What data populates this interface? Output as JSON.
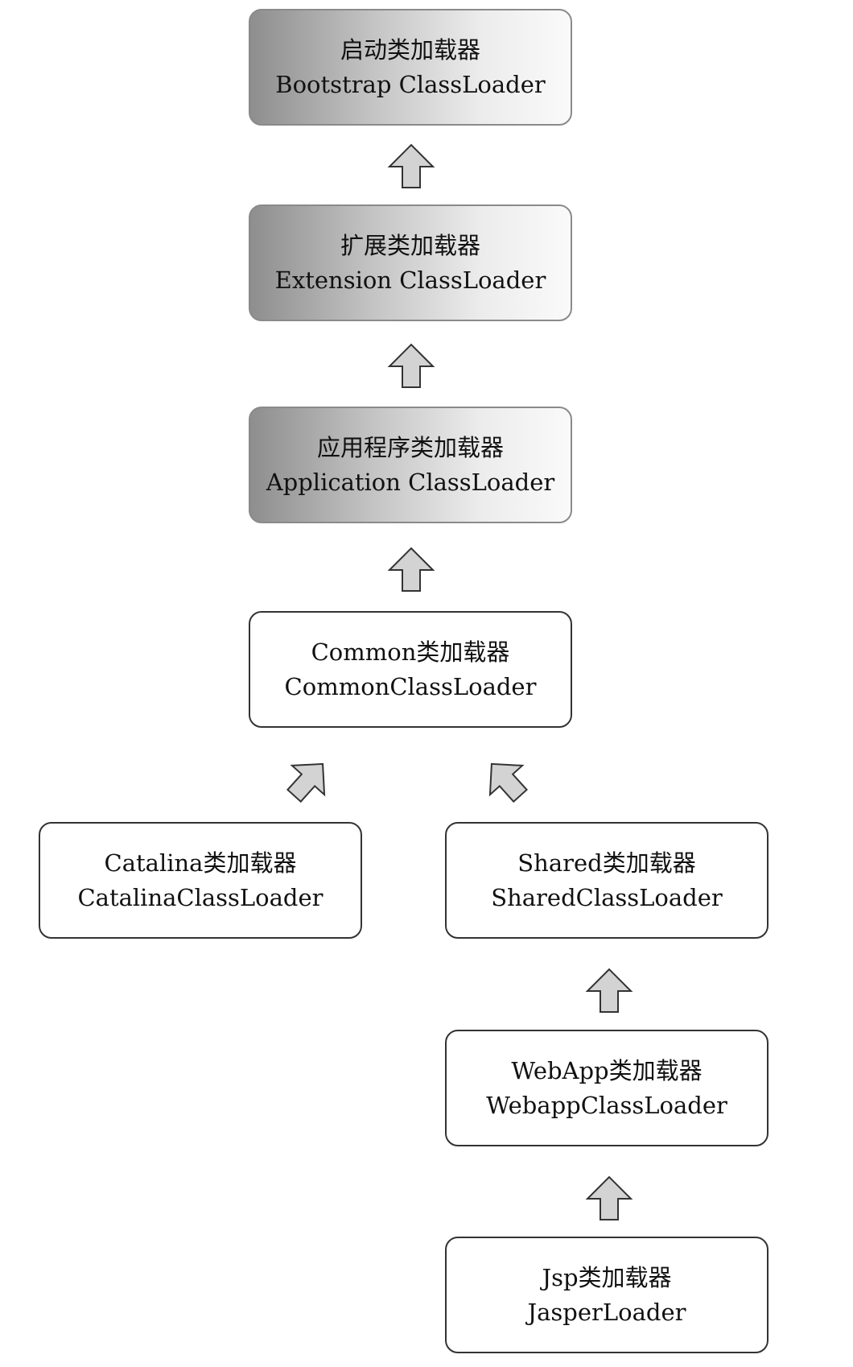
{
  "nodes": {
    "bootstrap": {
      "cn": "启动类加载器",
      "en": "Bootstrap ClassLoader"
    },
    "extension": {
      "cn": "扩展类加载器",
      "en": "Extension ClassLoader"
    },
    "application": {
      "cn": "应用程序类加载器",
      "en": "Application ClassLoader"
    },
    "common": {
      "cn": "Common类加载器",
      "en": "CommonClassLoader"
    },
    "catalina": {
      "cn": "Catalina类加载器",
      "en": "CatalinaClassLoader"
    },
    "shared": {
      "cn": "Shared类加载器",
      "en": "SharedClassLoader"
    },
    "webapp": {
      "cn": "WebApp类加载器",
      "en": "WebappClassLoader"
    },
    "jsp": {
      "cn": "Jsp类加载器",
      "en": "JasperLoader"
    }
  },
  "colors": {
    "border": "#333333",
    "shaded_border": "#8a8a8a",
    "arrow_fill": "#d3d3d3"
  }
}
